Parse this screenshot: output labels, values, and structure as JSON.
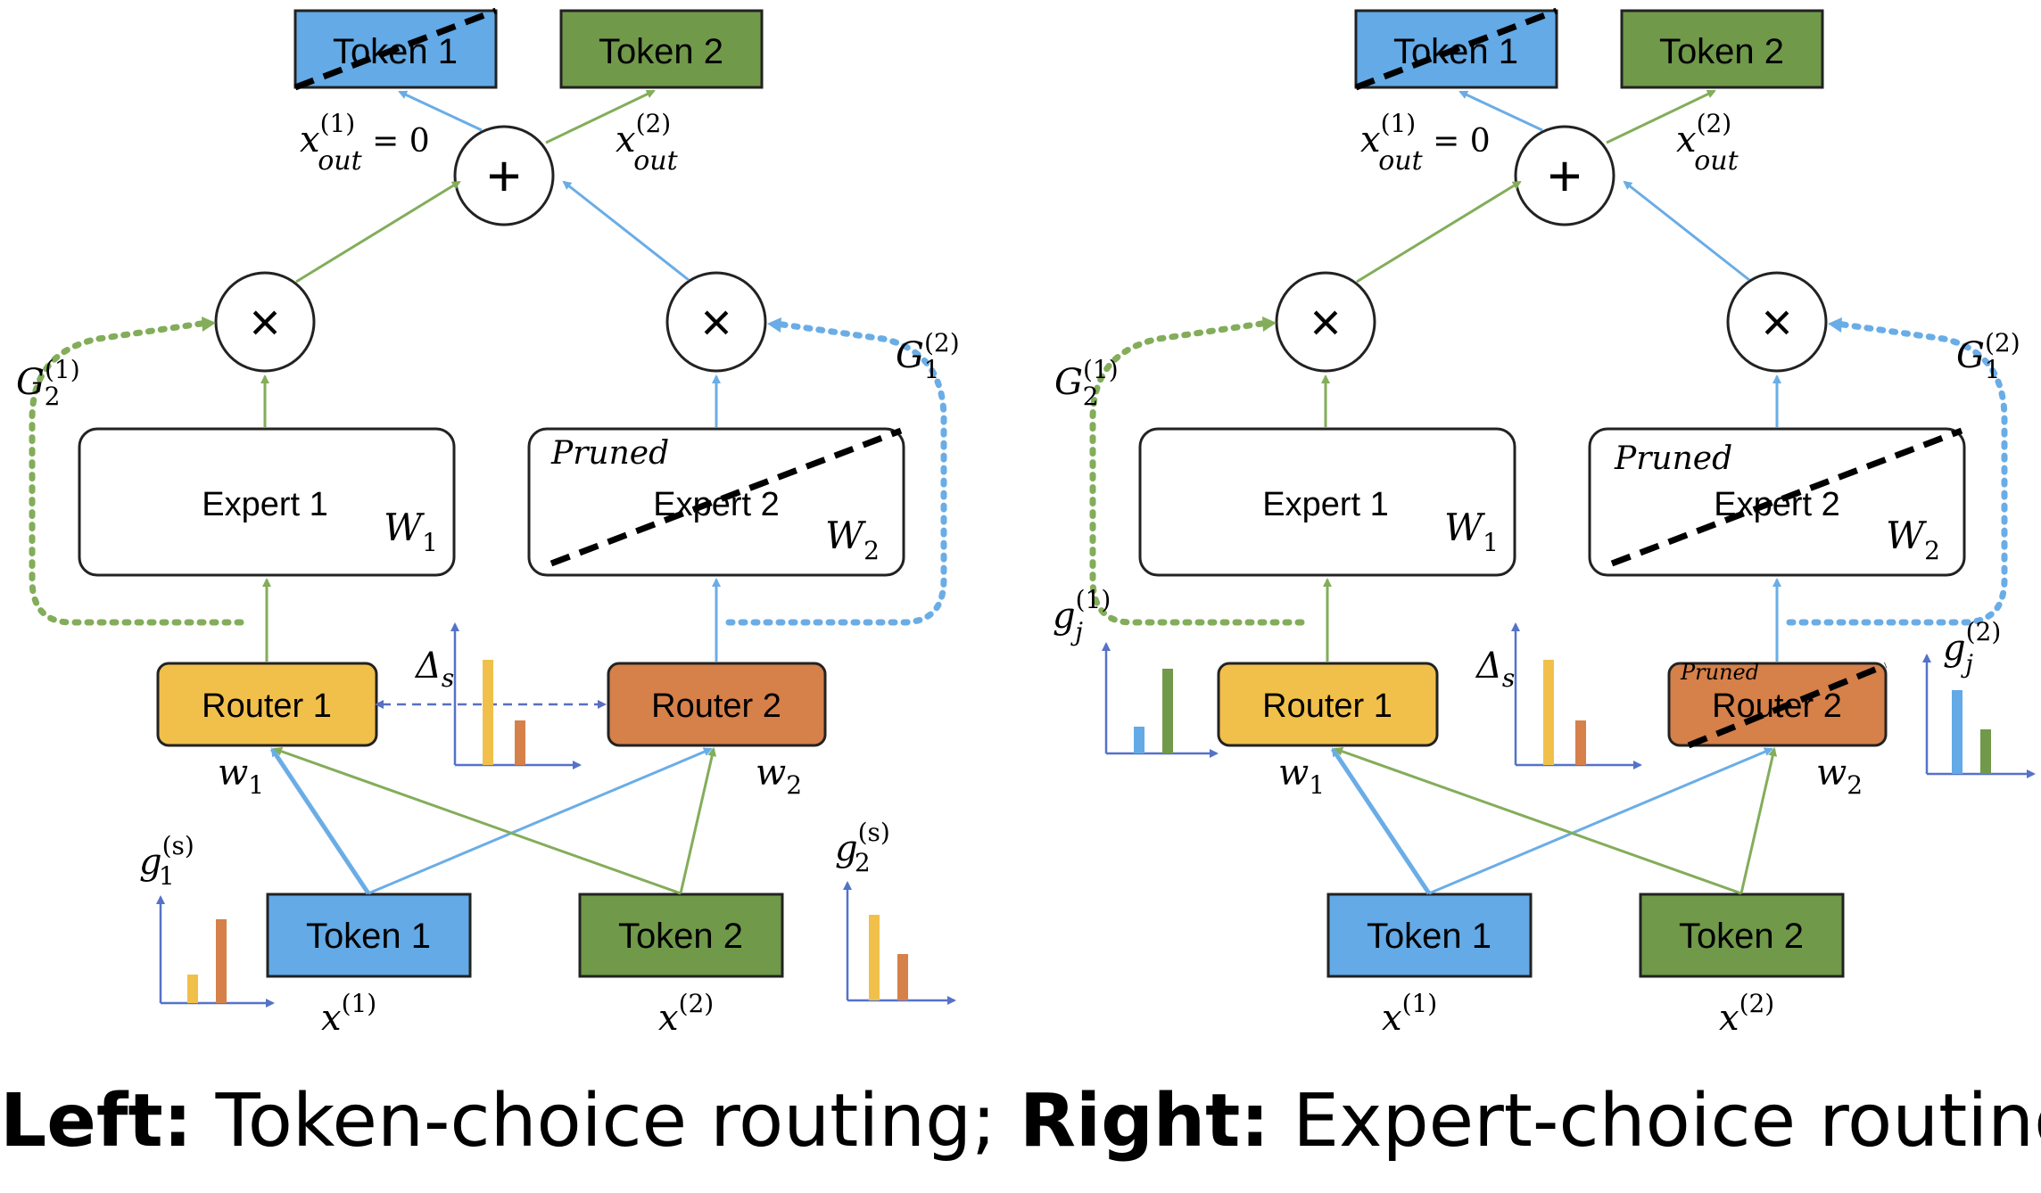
{
  "left": {
    "token1_out": "Token 1",
    "token2_out": "Token 2",
    "token1_in": "Token 1",
    "token2_in": "Token 2",
    "expert1": "Expert 1",
    "expert2": "Expert 2",
    "pruned_label": "Pruned",
    "router1": "Router 1",
    "router2": "Router 2"
  },
  "right": {
    "token1_out": "Token 1",
    "token2_out": "Token 2",
    "token1_in": "Token 1",
    "token2_in": "Token 2",
    "expert1": "Expert 1",
    "expert2": "Expert 2",
    "pruned_label": "Pruned",
    "router1": "Router 1",
    "router2": "Router 2",
    "router_pruned_label": "Pruned"
  },
  "caption": {
    "left_bold": "Left:",
    "left_text": "Token-choice routing;",
    "right_bold": "Right:",
    "right_text": "Expert-choice routing"
  },
  "colors": {
    "token_blue": "#63aae6",
    "token_green": "#70994a",
    "router_yellow": "#f1c04b",
    "router_orange": "#d6804a",
    "arrow_blue": "#6aade6",
    "arrow_green": "#83ad5a",
    "axis_blue": "#5572c9"
  }
}
